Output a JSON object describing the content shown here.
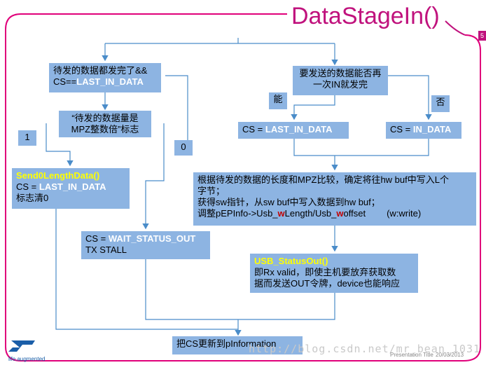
{
  "title": "DataStageIn()",
  "page_number": "5",
  "footer": {
    "presentation_title": "Presentation Title",
    "date": "20/03/2013",
    "logo_text": "life.augmented"
  },
  "watermark": "http://blog.csdn.net/mr_bean_1031",
  "nodes": {
    "cond_all_sent": {
      "line1": "待发的数据都发完了&&",
      "line2_prefix": "CS==",
      "line2_value": "LAST_IN_DATA"
    },
    "cond_multiple": {
      "line1": "“待发的数据量是",
      "line2": "MPZ整数倍”标志"
    },
    "label_1": "1",
    "label_0": "0",
    "send0": {
      "func": "Send0LengthData()",
      "line2_prefix": "CS = ",
      "line2_value": "LAST_IN_DATA",
      "line3": "标志清0"
    },
    "wait_status": {
      "line1_prefix": "CS = ",
      "line1_value": "WAIT_STATUS_OUT",
      "line2": "TX STALL"
    },
    "cond_again": {
      "line1": "要发送的数据能否再",
      "line2": "一次IN就发完"
    },
    "label_yes": "能",
    "label_no": "否",
    "cs_last": {
      "prefix": "CS = ",
      "value": "LAST_IN_DATA"
    },
    "cs_in": {
      "prefix": "CS = ",
      "value": "IN_DATA"
    },
    "write_buf": {
      "line1": "根据待发的数据的长度和MPZ比较，确定将往hw buf中写入L个",
      "line2": "字节；",
      "line3": "获得sw指针，从sw buf中写入数据到hw buf；",
      "line4_a": "调整pEPInfo->Usb_",
      "line4_w1": "w",
      "line4_b": "Length/Usb_",
      "line4_w2": "w",
      "line4_c": "offset",
      "line4_note": "(w:write)"
    },
    "status_out": {
      "func": "USB_StatusOut()",
      "line2": "即Rx valid，即使主机要放弃获取数",
      "line3": "据而发送OUT令牌，device也能响应"
    },
    "update": "把CS更新到pInformation"
  },
  "colors": {
    "box": "#8db4e2",
    "frame": "#e0007a",
    "arrow": "#4a8cc9",
    "title": "#c0127d",
    "keyword": "#ffffff",
    "function": "#ffff00",
    "write_w": "#c00000"
  }
}
